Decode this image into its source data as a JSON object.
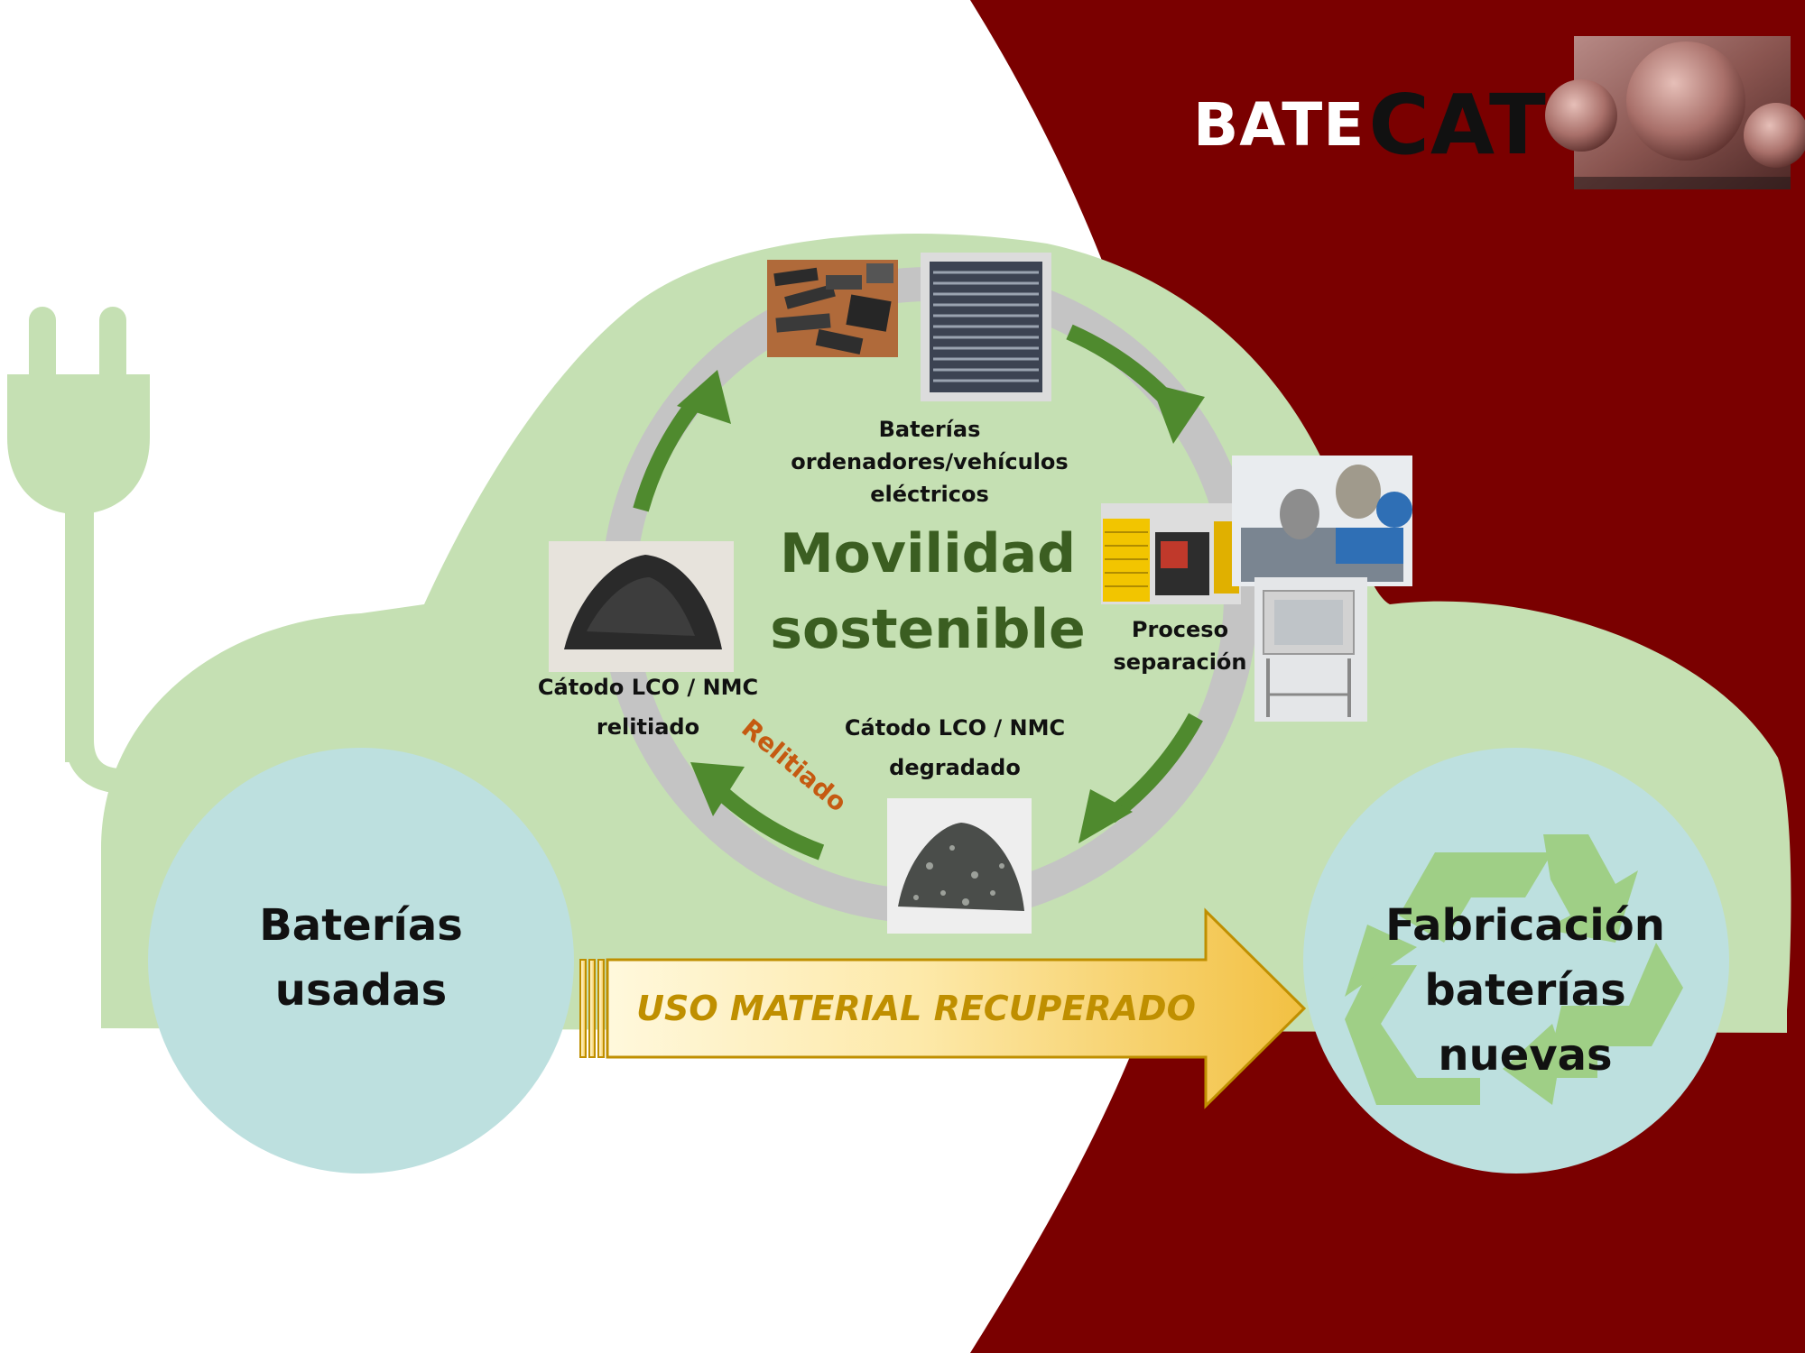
{
  "logo": {
    "part1": "BATE",
    "part2": "CAT"
  },
  "center_title": {
    "line1": "Movilidad",
    "line2": "sostenible"
  },
  "stages": {
    "batteries": {
      "line1": "Baterías",
      "line2": "ordenadores/vehículos",
      "line3": "eléctricos"
    },
    "separation": {
      "line1": "Proceso",
      "line2": "separación"
    },
    "degraded": {
      "line1": "Cátodo LCO / NMC",
      "line2": "degradado"
    },
    "relithiated": {
      "line1": "Cátodo LCO / NMC",
      "line2": "relitiado"
    },
    "relithiation_step": "Relitiado"
  },
  "wheels": {
    "left": {
      "line1": "Baterías",
      "line2": "usadas"
    },
    "right": {
      "line1": "Fabricación",
      "line2": "baterías",
      "line3": "nuevas"
    }
  },
  "arrow_label": "USO MATERIAL RECUPERADO",
  "colors": {
    "dark_red": "#7a0000",
    "car_green": "#c5e0b3",
    "wheel_blue": "#bde0df",
    "cycle_arrow_green": "#4f8a2e",
    "title_green": "#3b5e21",
    "relitiado_orange": "#c55a11",
    "arrow_gold": "#f2c042",
    "arrow_text": "#bf8f00"
  },
  "icons": [
    "plug-icon",
    "recycle-icon",
    "cycle-arrow-icon"
  ]
}
